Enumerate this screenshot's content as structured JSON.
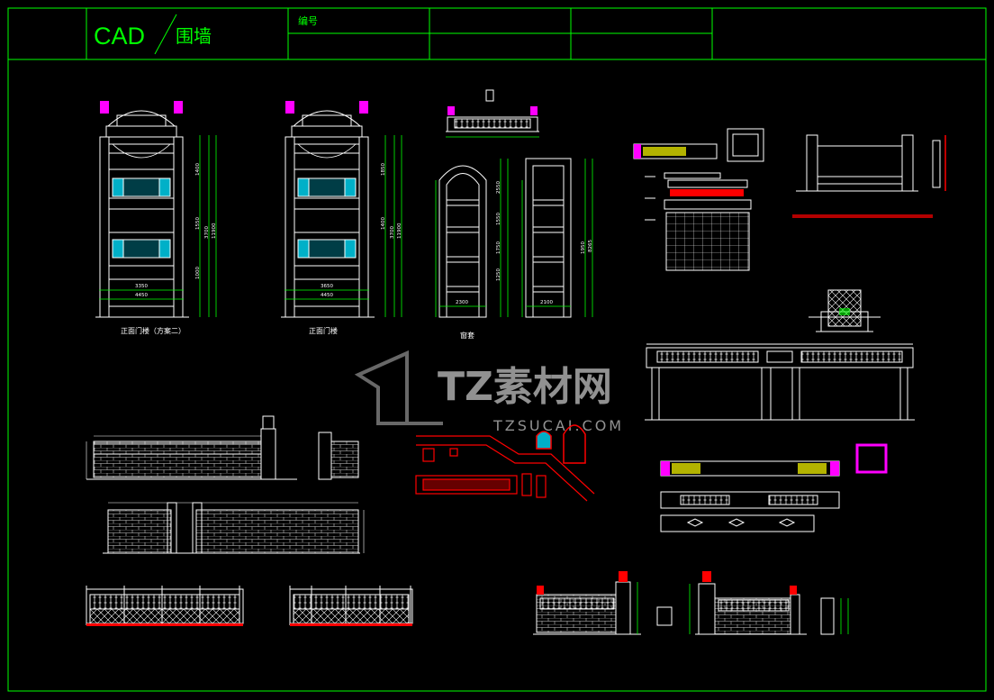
{
  "title_block": {
    "app_name": "CAD",
    "drawing_name": "围墙",
    "number_label": "编号"
  },
  "drawings": {
    "gate_elevation_alt": {
      "caption": "正面门楼（方案二）",
      "widths": [
        "3350",
        "4450"
      ],
      "heights": [
        "1000",
        "1400",
        "1550",
        "3700",
        "11900"
      ]
    },
    "gate_elevation": {
      "caption": "正面门楼",
      "widths": [
        "3650",
        "4450"
      ],
      "heights": [
        "1850",
        "1400",
        "3700",
        "11900"
      ]
    },
    "window": {
      "caption": "窗套",
      "widths": [
        "2300",
        "2100"
      ],
      "heights": [
        "2550",
        "1550",
        "1750",
        "1250",
        "1950",
        "8265"
      ]
    }
  },
  "watermark": {
    "brand": "TZ素材网",
    "url": "TZSUCAI.COM"
  },
  "colors": {
    "background": "#000000",
    "frame_green": "#00ff00",
    "line_white": "#ffffff",
    "cyan_fill": "#00b0c8",
    "magenta_fill": "#ff00ff",
    "red_accent": "#ff0000",
    "yellow_fill": "#ffff00"
  }
}
